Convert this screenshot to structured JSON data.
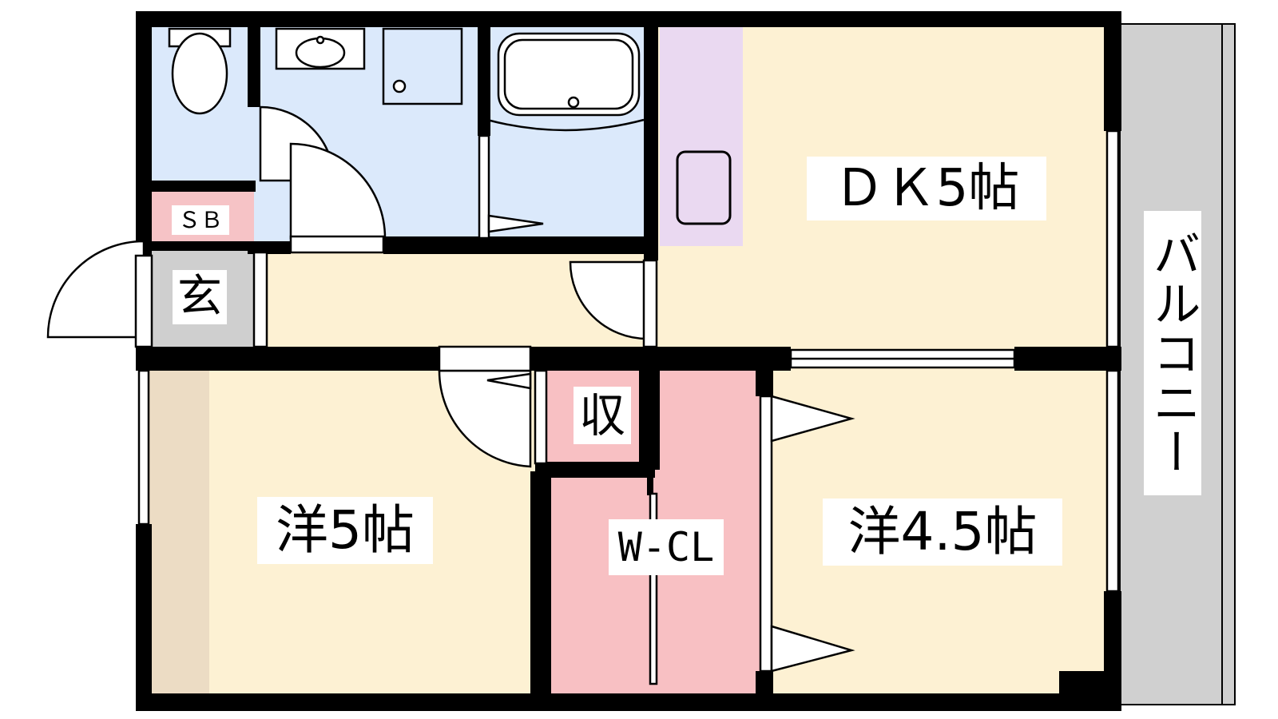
{
  "floorplan": {
    "rooms": {
      "dk": {
        "label": "ＤＫ5帖"
      },
      "western_5": {
        "label": "洋5帖"
      },
      "western_4_5": {
        "label": "洋4.5帖"
      },
      "walk_in_closet": {
        "label": "W-CL"
      },
      "storage": {
        "label": "収"
      },
      "entrance": {
        "label": "玄"
      },
      "shoe_box": {
        "label": "ＳＢ"
      },
      "balcony": {
        "label": "バルコニー"
      }
    },
    "colors": {
      "wall": "#000000",
      "floor_room": "#fdf1d3",
      "wet_area": "#dbe9fb",
      "closet": "#f8c0c3",
      "kitchen_counter": "#ead9f1",
      "entrance_floor": "#cfcfcf",
      "built_in_shelf": "#ecdcc4",
      "balcony": "#d0d0d0"
    }
  }
}
